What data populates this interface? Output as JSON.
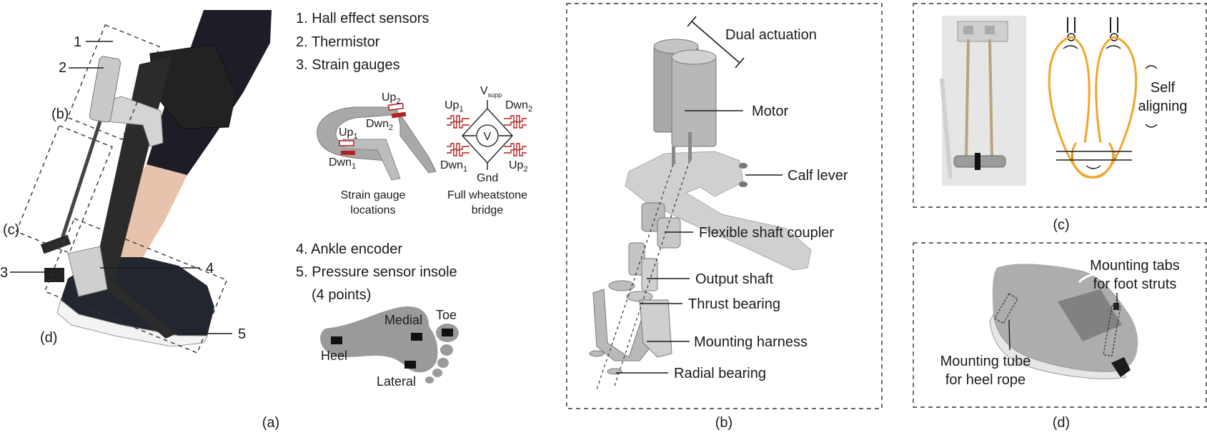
{
  "panel_a": {
    "sensor_list": [
      "1. Hall effect sensors",
      "2. Thermistor",
      "3. Strain gauges",
      "4. Ankle encoder",
      "5. Pressure sensor insole",
      "(4 points)"
    ],
    "callout_numbers": [
      "1",
      "2",
      "3",
      "4",
      "5"
    ],
    "region_labels": [
      "(b)",
      "(c)",
      "(d)"
    ],
    "strain_gauge": {
      "locations_caption": [
        "Strain gauge",
        "locations"
      ],
      "bridge_caption": [
        "Full wheatstone",
        "bridge"
      ],
      "up": "Up",
      "dwn": "Dwn",
      "sub1": "1",
      "sub2": "2",
      "v": "V",
      "supp": "supp",
      "gnd": "Gnd",
      "meter": "V"
    },
    "insole": {
      "heel": "Heel",
      "medial": "Medial",
      "toe": "Toe",
      "lateral": "Lateral"
    },
    "caption": "(a)"
  },
  "panel_b": {
    "labels": [
      "Dual actuation",
      "Motor",
      "Calf lever",
      "Flexible shaft coupler",
      "Output shaft",
      "Thrust bearing",
      "Mounting harness",
      "Radial bearing"
    ],
    "caption": "(b)"
  },
  "panel_c": {
    "label_lines": [
      "Self",
      "aligning"
    ],
    "caption": "(c)"
  },
  "panel_d": {
    "tabs_label": [
      "Mounting tabs",
      "for foot struts"
    ],
    "tube_label": [
      "Mounting tube",
      "for heel rope"
    ],
    "caption": "(d)"
  },
  "colors": {
    "rope": "#f0a52a",
    "gauge": "#b22222",
    "metal": "#b0b0b0",
    "carbon": "#2b2b2b",
    "insole": "#9a9a9a",
    "sensor_pad": "#111111"
  }
}
